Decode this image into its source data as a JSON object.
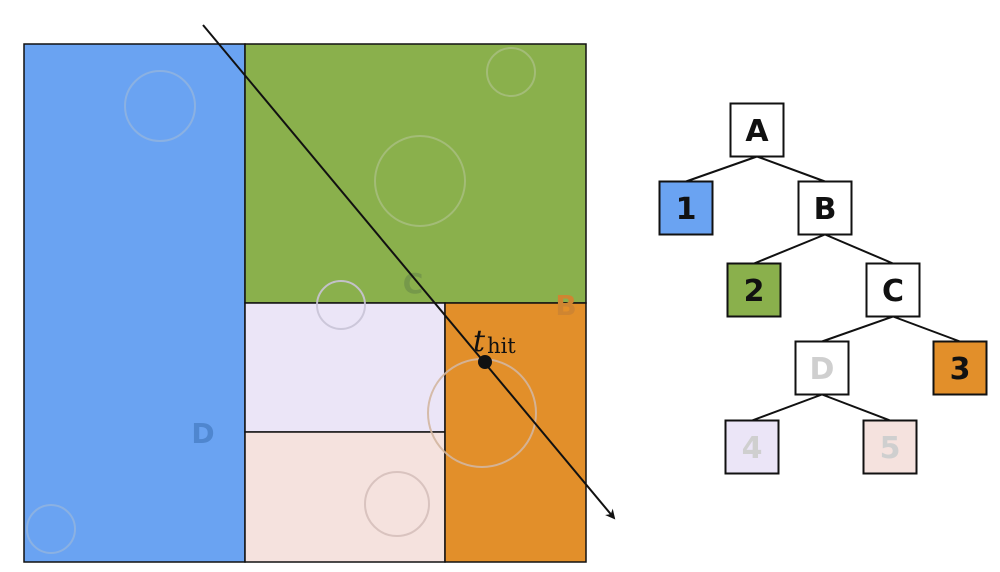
{
  "colors": {
    "blue": "#6aa3f2",
    "green": "#8ab04c",
    "orange": "#e28f2a",
    "lavender": "#ebe5f7",
    "pink": "#f5e2de",
    "outline": "#111111",
    "faded_label": "#cfcfcf",
    "bg_label_blue": "#4f86cf",
    "bg_label_green": "#76994a",
    "bg_label_orange": "#cf8531"
  },
  "scene": {
    "region_labels": {
      "D": "D",
      "C": "C",
      "B": "B"
    },
    "hit_label": {
      "t": "t",
      "sub": "hit"
    }
  },
  "tree": {
    "nodes": [
      {
        "id": "A",
        "label": "A",
        "fill": "white",
        "faded": false
      },
      {
        "id": "1",
        "label": "1",
        "fill": "blue",
        "faded": false
      },
      {
        "id": "B",
        "label": "B",
        "fill": "white",
        "faded": false
      },
      {
        "id": "2",
        "label": "2",
        "fill": "green",
        "faded": false
      },
      {
        "id": "C",
        "label": "C",
        "fill": "white",
        "faded": false
      },
      {
        "id": "D",
        "label": "D",
        "fill": "white",
        "faded": true
      },
      {
        "id": "3",
        "label": "3",
        "fill": "orange",
        "faded": false
      },
      {
        "id": "4",
        "label": "4",
        "fill": "lavender",
        "faded": true
      },
      {
        "id": "5",
        "label": "5",
        "fill": "pink",
        "faded": true
      }
    ],
    "edges": [
      [
        "A",
        "1"
      ],
      [
        "A",
        "B"
      ],
      [
        "B",
        "2"
      ],
      [
        "B",
        "C"
      ],
      [
        "C",
        "D"
      ],
      [
        "C",
        "3"
      ],
      [
        "D",
        "4"
      ],
      [
        "D",
        "5"
      ]
    ]
  }
}
